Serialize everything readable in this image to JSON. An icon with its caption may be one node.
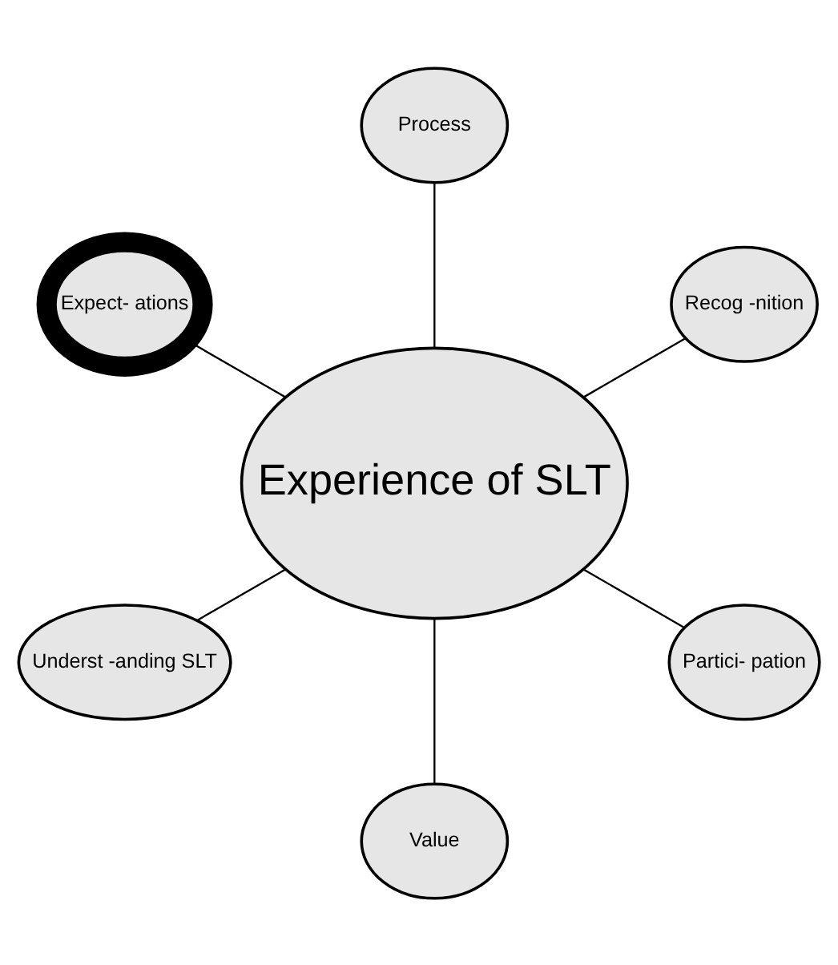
{
  "diagram": {
    "nodes": [
      {
        "text": [
          "Experience of SLT"
        ]
      },
      {
        "text": [
          "Recog -nition"
        ]
      },
      {
        "text": [
          "Process"
        ]
      },
      {
        "text": [
          "Expect- ations"
        ]
      },
      {
        "text": [
          "Underst -anding SLT"
        ]
      },
      {
        "text": [
          "Value"
        ]
      },
      {
        "text": [
          "Partici- pation"
        ]
      }
    ],
    "edges": [
      {
        "from": 0,
        "to": 1,
        "arrow": "none"
      },
      {
        "from": 0,
        "to": 2,
        "arrow": "none"
      },
      {
        "from": 0,
        "to": 3,
        "arrow": "none"
      },
      {
        "from": 0,
        "to": 4,
        "arrow": "none"
      },
      {
        "from": 0,
        "to": 5,
        "arrow": "none"
      },
      {
        "from": 0,
        "to": 6,
        "arrow": "none"
      }
    ]
  }
}
